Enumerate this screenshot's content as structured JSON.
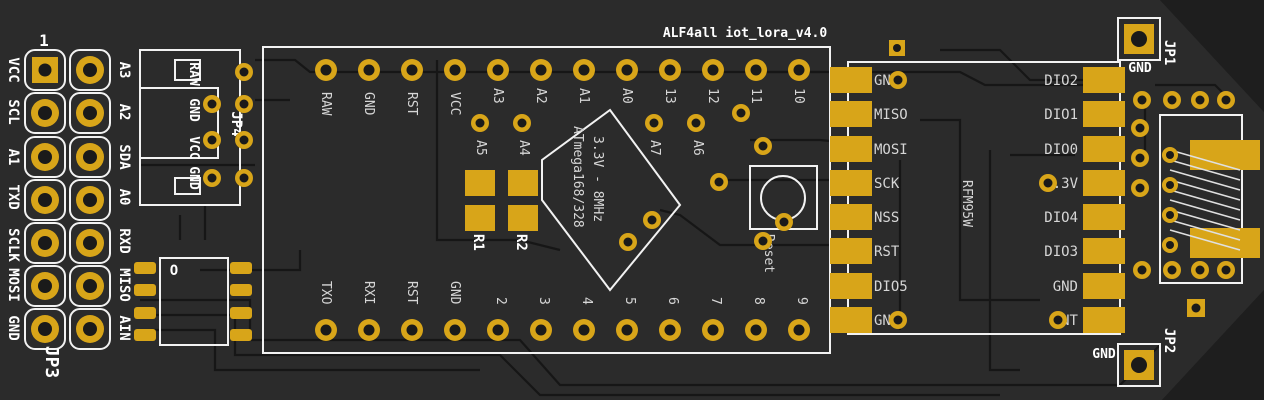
{
  "board": {
    "title": "ALF4all iot_lora_v4.0",
    "colors": {
      "board": "#2a2a2a",
      "silk": "#f0f0f0",
      "copper": "#d8a519",
      "trace": "#151515",
      "edge": "#1e1e1e"
    }
  },
  "jp3": {
    "ref": "JP3",
    "pin1": "1",
    "left_labels": [
      "VCC",
      "SCL",
      "A1",
      "TXD",
      "SCLK",
      "MOSI",
      "GND"
    ],
    "right_labels": [
      "A3",
      "A2",
      "SDA",
      "A0",
      "RXD",
      "MISO",
      "AIN"
    ]
  },
  "jp4": {
    "ref": "JP4",
    "labels": [
      "RAW",
      "GND",
      "VCC",
      "GND"
    ]
  },
  "arduino": {
    "top_pins": [
      "RAW",
      "GND",
      "RST",
      "VCC",
      "A3",
      "A2",
      "A1",
      "A0",
      "13",
      "12",
      "11",
      "10"
    ],
    "inner_pins": [
      "A5",
      "A4",
      "A7",
      "A6"
    ],
    "bottom_pins": [
      "TXO",
      "RXI",
      "RST",
      "GND",
      "2",
      "3",
      "4",
      "5",
      "6",
      "7",
      "8",
      "9"
    ],
    "chip_lines": [
      "3.3V - 8MHz",
      "ATmega168/328"
    ],
    "reset_label": "Reset",
    "resistors": [
      "R1",
      "R2"
    ]
  },
  "rfm": {
    "name": "RFM95W",
    "left_labels": [
      "GND",
      "MISO",
      "MOSI",
      "SCK",
      "NSS",
      "RST",
      "DIO5",
      "GND"
    ],
    "right_labels": [
      "DIO2",
      "DIO1",
      "DIO0",
      "3.3V",
      "DIO4",
      "DIO3",
      "GND",
      "ANT"
    ]
  },
  "jp1": {
    "ref": "JP1",
    "label": "GND"
  },
  "jp2": {
    "ref": "JP2",
    "label": "GND"
  },
  "mosfet_marker": "O"
}
